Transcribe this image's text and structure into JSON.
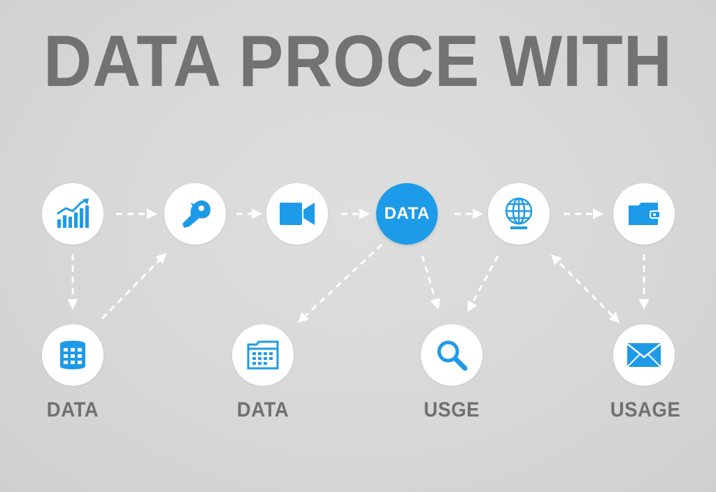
{
  "title": "DATA PROCE WITH",
  "colors": {
    "accent": "#1e9be8",
    "background": "#d9d9d9",
    "title": "#727272",
    "label": "#707070",
    "node": "#ffffff",
    "arrow": "#ffffff"
  },
  "nodes": {
    "top": [
      {
        "icon": "bar-chart-icon"
      },
      {
        "icon": "key-icon"
      },
      {
        "icon": "video-camera-icon"
      },
      {
        "icon": "data-hub",
        "text": "DATA"
      },
      {
        "icon": "globe-icon"
      },
      {
        "icon": "wallet-icon"
      }
    ],
    "bottom": [
      {
        "icon": "database-icon",
        "label": "DATA"
      },
      {
        "icon": "calendar-folder-icon",
        "label": "DATA"
      },
      {
        "icon": "magnifier-icon",
        "label": "USGE"
      },
      {
        "icon": "envelope-icon",
        "label": "USAGE"
      }
    ]
  }
}
